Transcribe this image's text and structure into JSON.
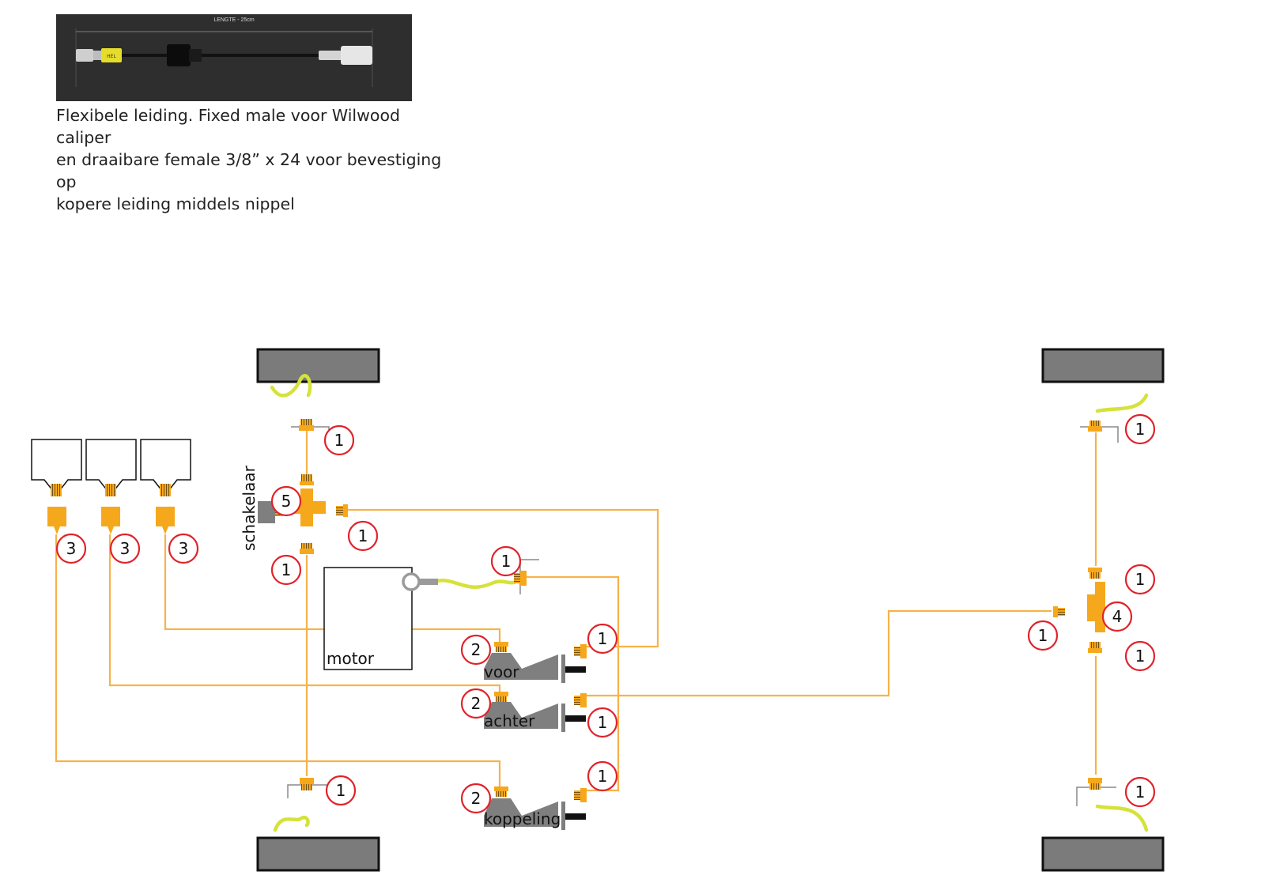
{
  "photo": {
    "length_label": "LENGTE - 25cm",
    "badge_text": "HEL"
  },
  "caption": {
    "lines": [
      "Flexibele leiding. Fixed male voor Wilwood caliper",
      "en draaibare female 3/8” x 24 voor bevestiging op",
      "kopere leiding middels nippel"
    ]
  },
  "labels": {
    "motor": "motor",
    "schakelaar": "schakelaar",
    "voor": "voor",
    "achter": "achter",
    "koppeling": "koppeling"
  },
  "markers": {
    "one": "1",
    "two": "2",
    "three": "3",
    "four": "4",
    "five": "5"
  },
  "colors": {
    "brake_line": "#f7b24a",
    "fitting": "#f6a81c",
    "flex_hose": "#d5e23a",
    "marker_ring": "#e0222a",
    "wheel_fill": "#7b7b7b",
    "component_gray": "#7f7f7f"
  }
}
